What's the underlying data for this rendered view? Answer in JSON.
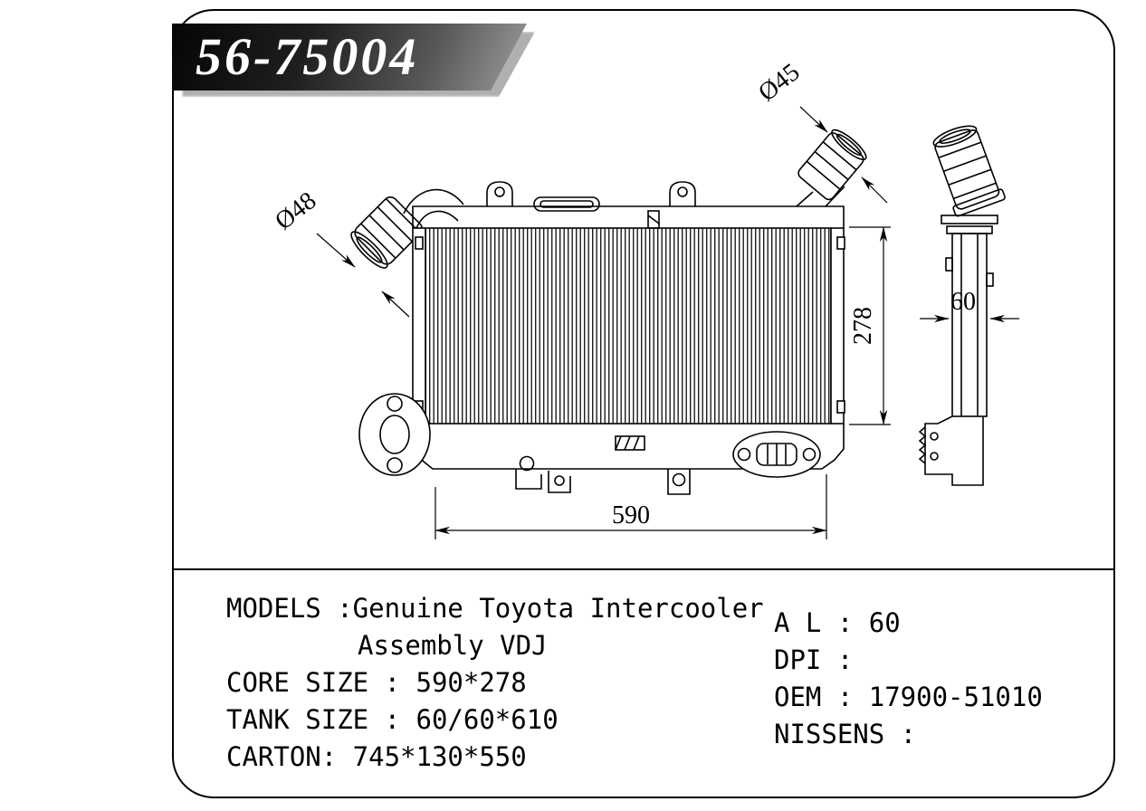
{
  "part_number": "56-75004",
  "drawing": {
    "dia_left_pipe": "Ø48",
    "dia_right_pipe": "Ø45",
    "dim_core_width": "590",
    "dim_core_height": "278",
    "dim_depth": "60"
  },
  "specs": {
    "left": [
      {
        "text": "MODELS :Genuine Toyota Intercooler"
      },
      {
        "text": "Assembly VDJ"
      },
      {
        "text": "CORE SIZE : 590*278"
      },
      {
        "text": "TANK SIZE : 60/60*610"
      },
      {
        "text": "CARTON: 745*130*550"
      }
    ],
    "right": [
      {
        "text": "A L : 60"
      },
      {
        "text": "DPI :"
      },
      {
        "text": "OEM : 17900-51010"
      },
      {
        "text": "NISSENS :"
      }
    ]
  },
  "colors": {
    "ink": "#000000",
    "paper": "#ffffff",
    "badge_dark": "#050505",
    "badge_light": "#9e9e9e"
  }
}
